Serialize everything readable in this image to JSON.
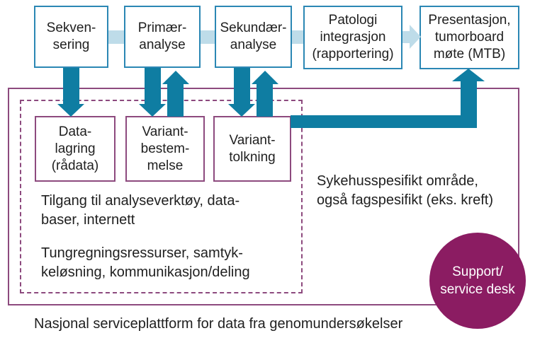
{
  "colors": {
    "blue_box_border": "#2b87b4",
    "light_blue_connector": "#bedce9",
    "teal_arrow": "#0f7da2",
    "purple_border": "#8d4a7e",
    "support_circle_fill": "#8b1c62",
    "text": "#1f1f1f",
    "circle_text": "#ffffff"
  },
  "top_row": [
    {
      "name": "sekvensering",
      "lines": [
        "Sekven-",
        "sering"
      ]
    },
    {
      "name": "primaeranalyse",
      "lines": [
        "Primær-",
        "analyse"
      ]
    },
    {
      "name": "sekundaeranalyse",
      "lines": [
        "Sekundær-",
        "analyse"
      ]
    },
    {
      "name": "patologi-integrasjon",
      "lines": [
        "Patologi",
        "integrasjon",
        "(rapportering)"
      ]
    },
    {
      "name": "presentasjon-mtb",
      "lines": [
        "Presentasjon,",
        "tumorboard",
        "møte (MTB)"
      ]
    }
  ],
  "platform_row": [
    {
      "name": "datalagring",
      "lines": [
        "Data-",
        "lagring",
        "(rådata)"
      ]
    },
    {
      "name": "variantbestemmelse",
      "lines": [
        "Variant-",
        "bestem-",
        "melse"
      ]
    },
    {
      "name": "varianttolkning",
      "lines": [
        "Variant-",
        "tolkning"
      ]
    }
  ],
  "notes": {
    "tilgang": {
      "lines": [
        "Tilgang til analyseverktøy, data-",
        "baser, internett"
      ]
    },
    "tungregning": {
      "lines": [
        "Tungregningsressurser, samtyk-",
        "keløsning, kommunikasjon/deling"
      ]
    },
    "sykehus": {
      "lines": [
        "Sykehusspesifikt område,",
        "også fagspesifikt (eks. kreft)"
      ]
    }
  },
  "support_circle": {
    "lines": [
      "Support/",
      "service desk"
    ]
  },
  "caption": "Nasjonal serviceplattform for data fra genomundersøkelser"
}
